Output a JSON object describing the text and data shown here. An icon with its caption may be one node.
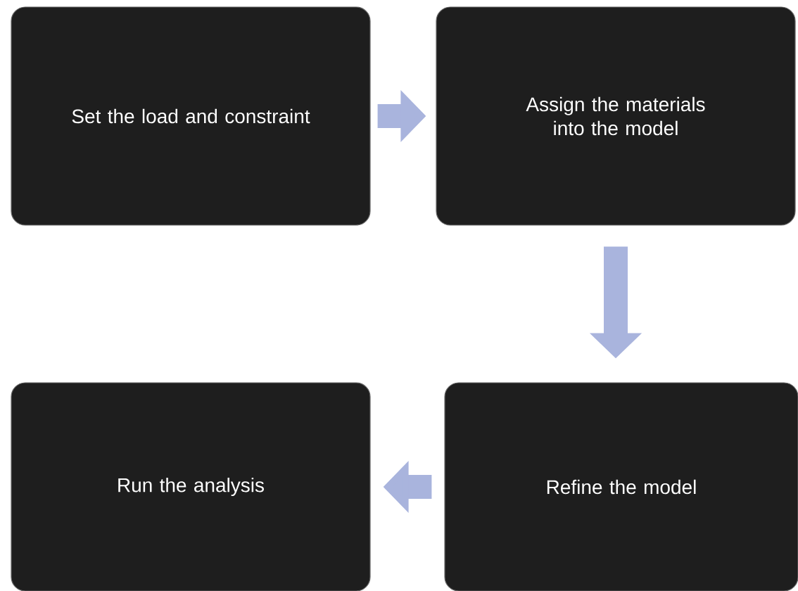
{
  "diagram": {
    "nodes": [
      {
        "text": [
          "Set the load and constraint"
        ]
      },
      {
        "text": [
          "Assign the materials into the model"
        ]
      },
      {
        "text": [
          "Refine the model"
        ]
      },
      {
        "text": [
          "Run the analysis"
        ]
      }
    ],
    "edges": [
      {
        "from": 0,
        "to": 1,
        "arrow": "to"
      },
      {
        "from": 1,
        "to": 2,
        "arrow": "to"
      },
      {
        "from": 2,
        "to": 3,
        "arrow": "to"
      }
    ]
  }
}
